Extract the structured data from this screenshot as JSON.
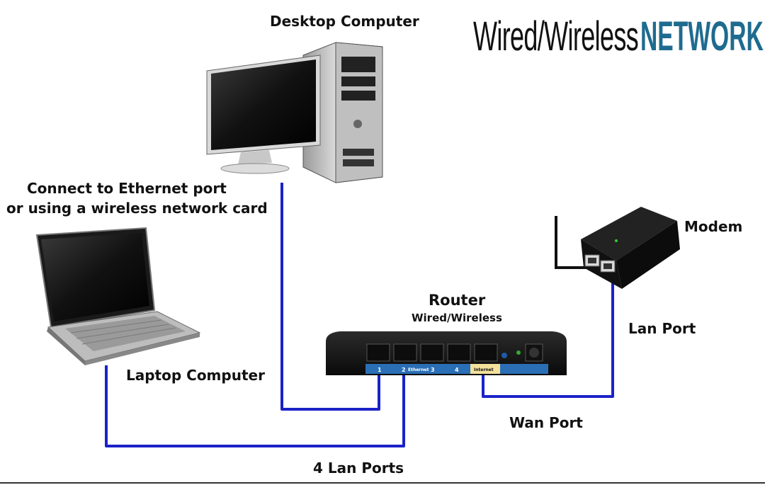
{
  "title": {
    "part1": "Wired/Wireless",
    "part2": "NETWORK"
  },
  "labels": {
    "desktop": "Desktop Computer",
    "laptop_note_line1": "Connect to Ethernet port",
    "laptop_note_line2": "or using a wireless network card",
    "laptop": "Laptop Computer",
    "router": "Router",
    "router_sub": "Wired/Wireless",
    "modem": "Modem",
    "lan_port": "Lan Port",
    "wan_port": "Wan Port",
    "lan_ports": "4 Lan Ports"
  },
  "router_panel": {
    "port1": "1",
    "port2": "2",
    "ethernet": "Ethernet",
    "port3": "3",
    "port4": "4",
    "internet": "Internet"
  },
  "colors": {
    "cable": "#1a22c8",
    "modem_cable": "#111111",
    "title_accent": "#1f6b8f",
    "router_strip": "#2a6fb6"
  }
}
